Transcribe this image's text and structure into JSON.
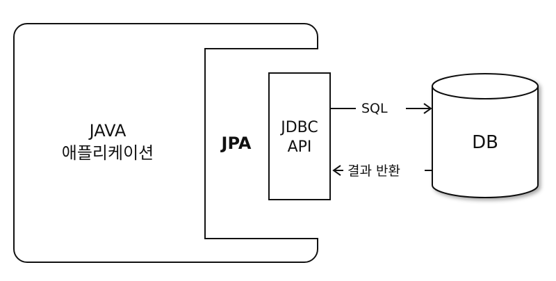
{
  "diagram": {
    "app": {
      "line1": "JAVA",
      "line2": "애플리케이션"
    },
    "jpa": {
      "label": "JPA"
    },
    "jdbc": {
      "line1": "JDBC",
      "line2": "API"
    },
    "db": {
      "label": "DB"
    },
    "arrows": {
      "sql": "SQL",
      "result": "결과 반환"
    }
  }
}
